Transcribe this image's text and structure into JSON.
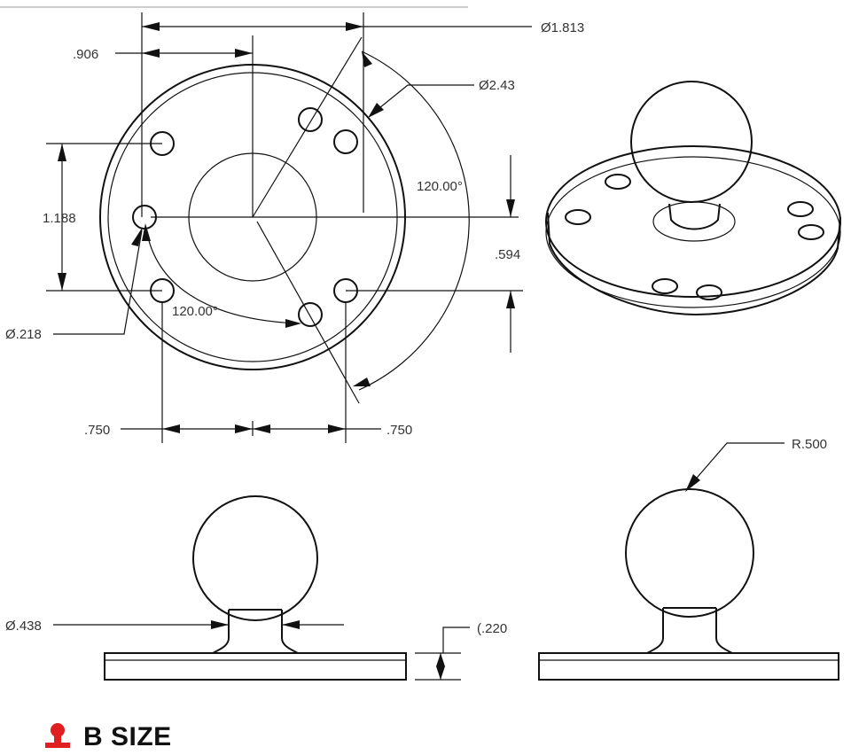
{
  "dimensions": {
    "top_span": "Ø1.813",
    "plate_diameter": "Ø2.43",
    "half_span": ".906",
    "hole_pitch_vertical": "1.188",
    "half_pitch_vertical": ".594",
    "angle_right": "120.00°",
    "angle_left": "120.00°",
    "hole_diameter": "Ø.218",
    "offset_left": ".750",
    "offset_right": ".750",
    "neck_diameter": "Ø.438",
    "base_thickness": "(.220",
    "ball_radius": "R.500"
  },
  "badge": {
    "label": "B SIZE",
    "icon": "ball-mount-icon",
    "icon_color": "#e02020"
  }
}
